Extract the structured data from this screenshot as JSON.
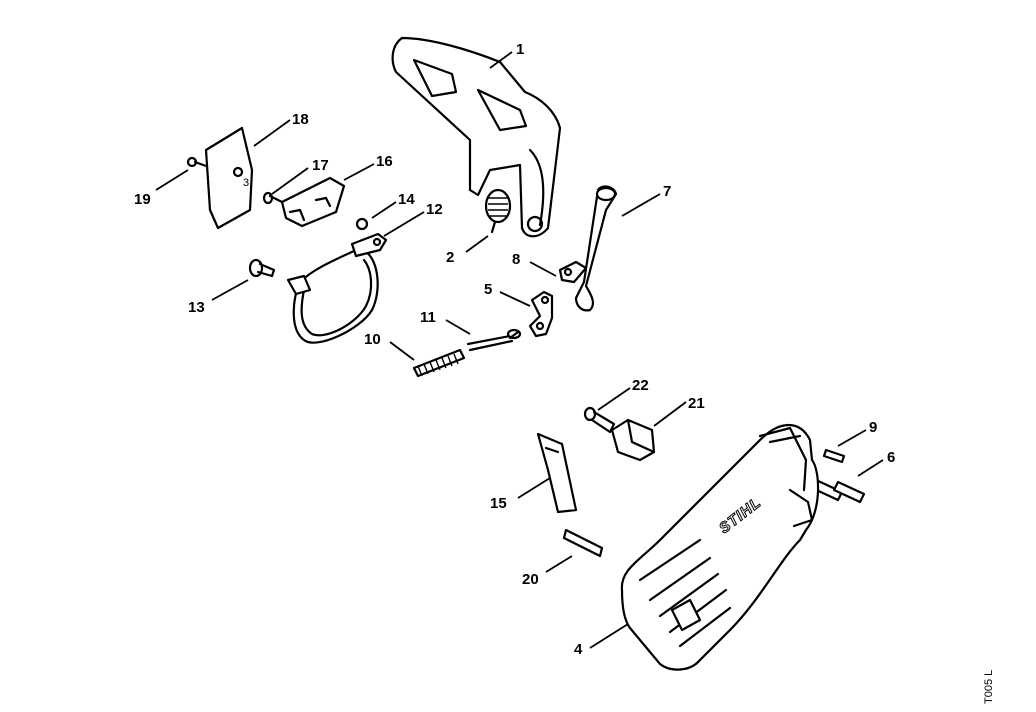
{
  "callouts": [
    "1",
    "2",
    "4",
    "5",
    "6",
    "7",
    "8",
    "9",
    "10",
    "11",
    "12",
    "13",
    "14",
    "15",
    "16",
    "17",
    "18",
    "19",
    "20",
    "21",
    "22"
  ],
  "brand_text": "STIHL",
  "drawing_code": "T005 L"
}
